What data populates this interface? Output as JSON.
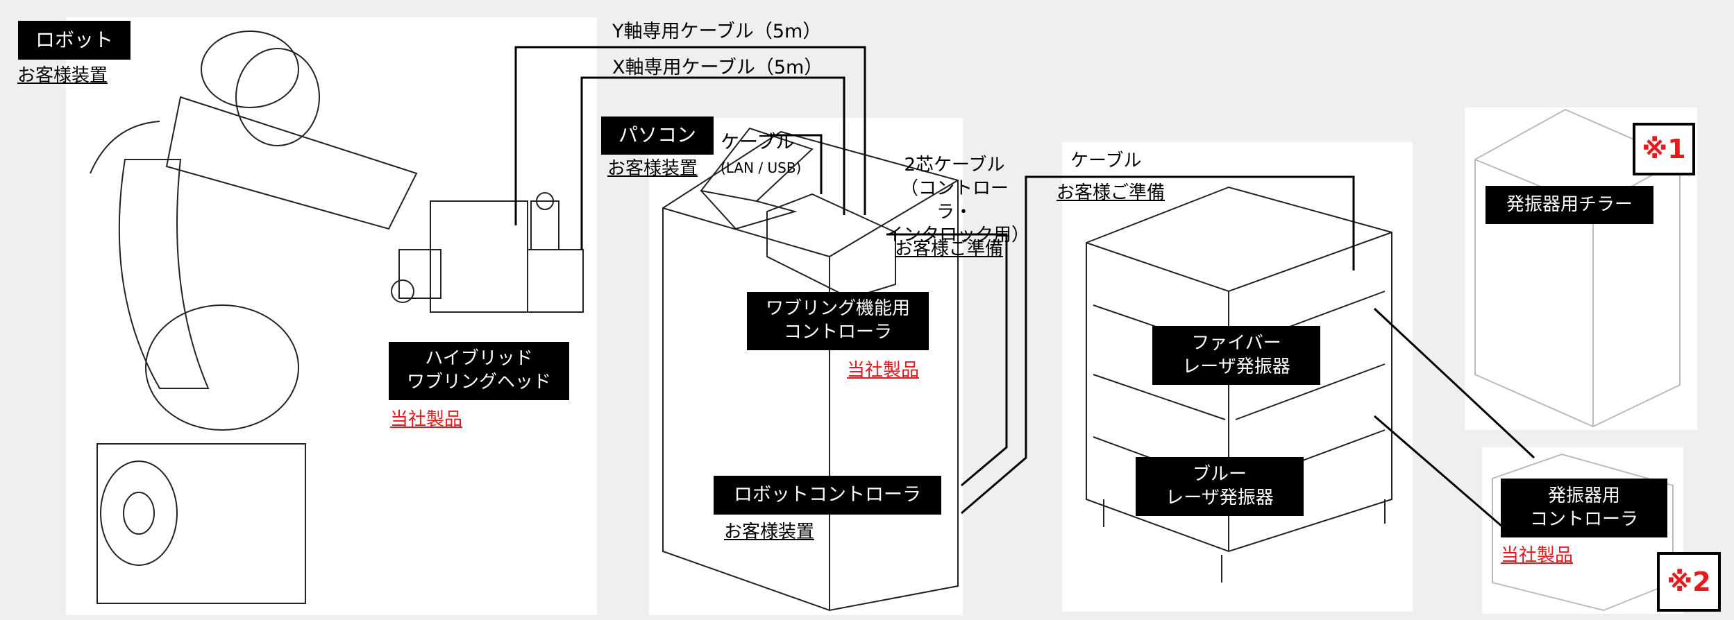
{
  "robot": {
    "label": "ロボット",
    "sub": "お客様装置"
  },
  "head": {
    "label": "ハイブリッド\nワブリングヘッド",
    "sub": "当社製品"
  },
  "cable_y": "Y軸専用ケーブル（5m）",
  "cable_x": "X軸専用ケーブル（5m）",
  "pc": {
    "label": "パソコン",
    "sub": "お客様装置",
    "cable_main": "ケーブル",
    "cable_small": "(LAN / USB)"
  },
  "wobble_ctrl": {
    "label": "ワブリング機能用\nコントローラ",
    "sub": "当社製品"
  },
  "robot_ctrl": {
    "label": "ロボットコントローラ",
    "sub": "お客様装置"
  },
  "two_core": {
    "text": "2芯ケーブル\n（コントローラ・\nインタロック用）",
    "sub": "お客様ご準備"
  },
  "cable_right": {
    "text": "ケーブル",
    "sub": "お客様ご準備"
  },
  "fiber": {
    "label": "ファイバー\nレーザ発振器"
  },
  "blue": {
    "label": "ブルー\nレーザ発振器"
  },
  "chiller": {
    "label": "発振器用チラー"
  },
  "osc_ctrl": {
    "label": "発振器用\nコントローラ",
    "sub": "当社製品"
  },
  "notes": {
    "n1": "※1",
    "n2": "※2"
  },
  "colors": {
    "accent_red": "#e8191d",
    "label_bg": "#000000",
    "panel_bg": "#ffffff",
    "page_bg": "#efefef"
  }
}
